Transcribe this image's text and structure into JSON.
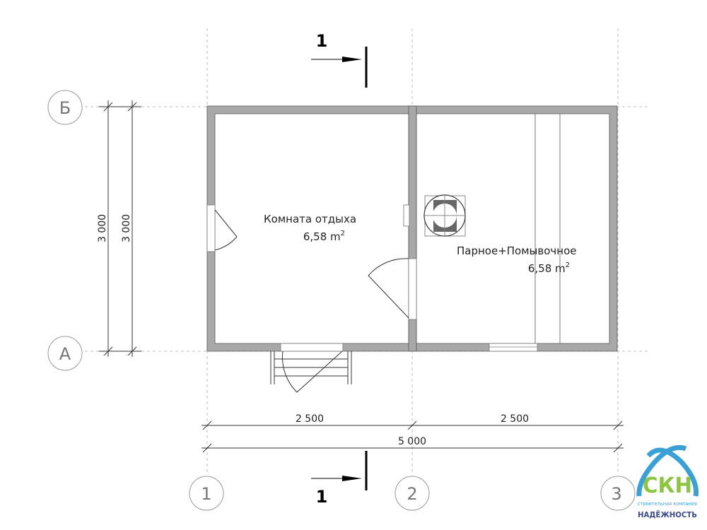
{
  "rooms": [
    {
      "name": "Комната отдыха",
      "area": "6,58 m",
      "sup": "2"
    },
    {
      "name": "Парное+Помывочное",
      "area": "6,58 m",
      "sup": "2"
    }
  ],
  "axes": {
    "rows": [
      "Б",
      "А"
    ],
    "cols": [
      "1",
      "2",
      "3"
    ]
  },
  "dimensions": {
    "left_outer": "3 000",
    "left_inner": "3 000",
    "seg1": "2 500",
    "seg2": "2 500",
    "total": "5 000"
  },
  "section": {
    "top": "1",
    "bottom": "1"
  },
  "logo": {
    "letters": "СКН",
    "line1": "строительная компания",
    "line2": "НАДЁЖНОСТЬ"
  },
  "colors": {
    "wall": "#a8a8a8",
    "logo_blue": "#3aa0d6",
    "logo_green": "#8cc63f",
    "logo_navy": "#3c4a8c"
  }
}
